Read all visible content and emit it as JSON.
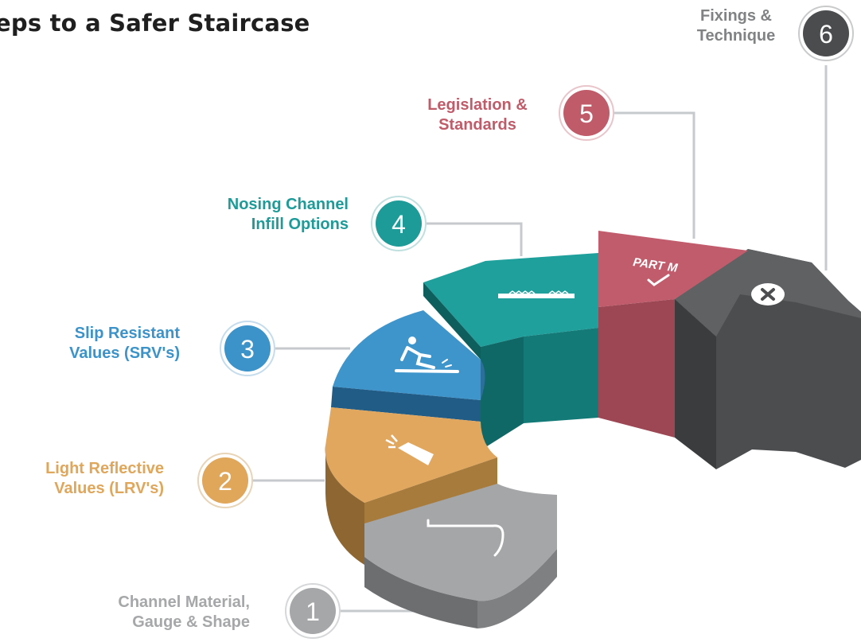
{
  "title": "eps to a Safer Staircase",
  "steps": [
    {
      "number": "1",
      "label_line1": "Channel Material,",
      "label_line2": "Gauge & Shape",
      "color": "#a6a7a9",
      "icon": "nosing-profile-icon"
    },
    {
      "number": "2",
      "label_line1": "Light Reflective",
      "label_line2": "Values (LRV's)",
      "color": "#e0a65a",
      "icon": "flashlight-icon"
    },
    {
      "number": "3",
      "label_line1": "Slip Resistant",
      "label_line2": "Values (SRV's)",
      "color": "#3b93c9",
      "icon": "slipping-person-icon"
    },
    {
      "number": "4",
      "label_line1": "Nosing Channel",
      "label_line2": "Infill Options",
      "color": "#1d9b98",
      "icon": "infill-strip-icon"
    },
    {
      "number": "5",
      "label_line1": "Legislation &",
      "label_line2": "Standards",
      "color": "#c05b6a",
      "icon": "part-m-check-icon",
      "icon_text": "PART M"
    },
    {
      "number": "6",
      "label_line1": "Fixings &",
      "label_line2": "Technique",
      "color": "#4a4c4e",
      "icon": "screw-icon"
    }
  ]
}
